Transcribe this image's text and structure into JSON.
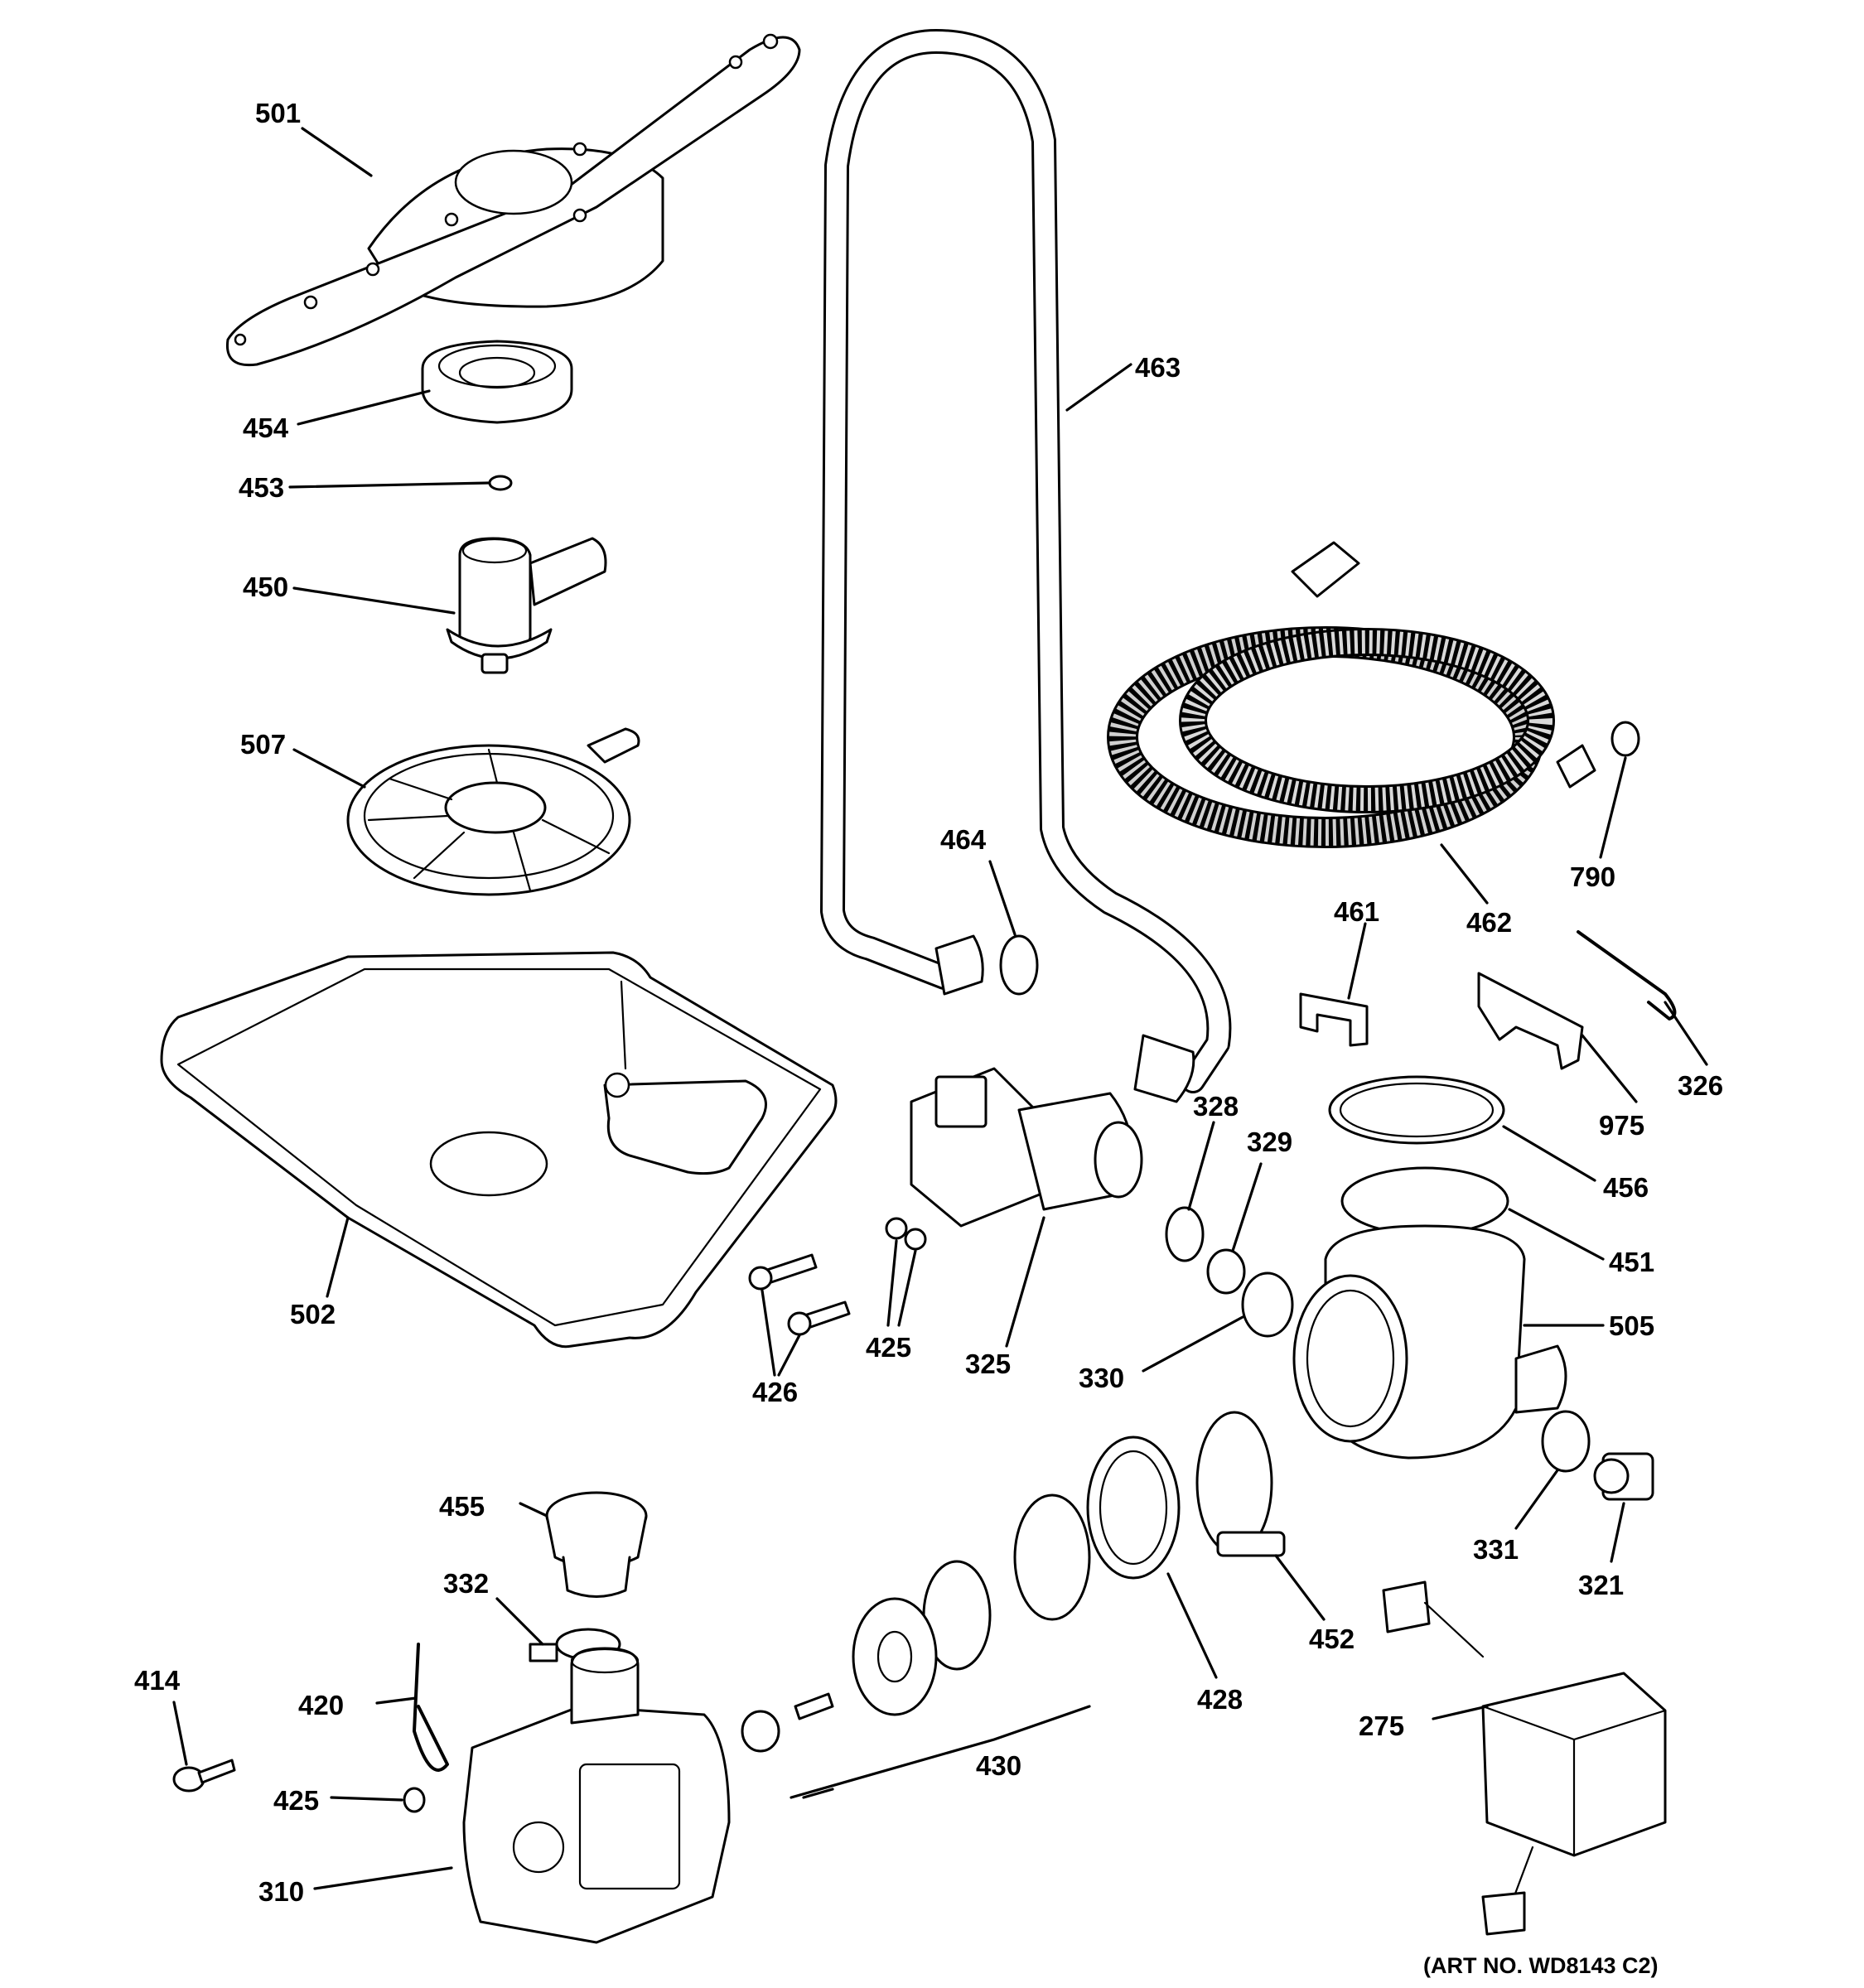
{
  "diagram": {
    "callouts": [
      {
        "part": "501"
      },
      {
        "part": "454"
      },
      {
        "part": "453"
      },
      {
        "part": "450"
      },
      {
        "part": "507"
      },
      {
        "part": "502"
      },
      {
        "part": "463"
      },
      {
        "part": "464"
      },
      {
        "part": "462"
      },
      {
        "part": "790"
      },
      {
        "part": "461"
      },
      {
        "part": "326"
      },
      {
        "part": "975"
      },
      {
        "part": "328"
      },
      {
        "part": "329"
      },
      {
        "part": "456"
      },
      {
        "part": "451"
      },
      {
        "part": "505"
      },
      {
        "part": "325"
      },
      {
        "part": "425"
      },
      {
        "part": "426"
      },
      {
        "part": "330"
      },
      {
        "part": "331"
      },
      {
        "part": "321"
      },
      {
        "part": "455"
      },
      {
        "part": "332"
      },
      {
        "part": "452"
      },
      {
        "part": "428"
      },
      {
        "part": "414"
      },
      {
        "part": "420"
      },
      {
        "part": "430"
      },
      {
        "part": "275"
      },
      {
        "part": "425"
      },
      {
        "part": "310"
      }
    ],
    "art_number": "(ART NO. WD8143 C2)"
  }
}
